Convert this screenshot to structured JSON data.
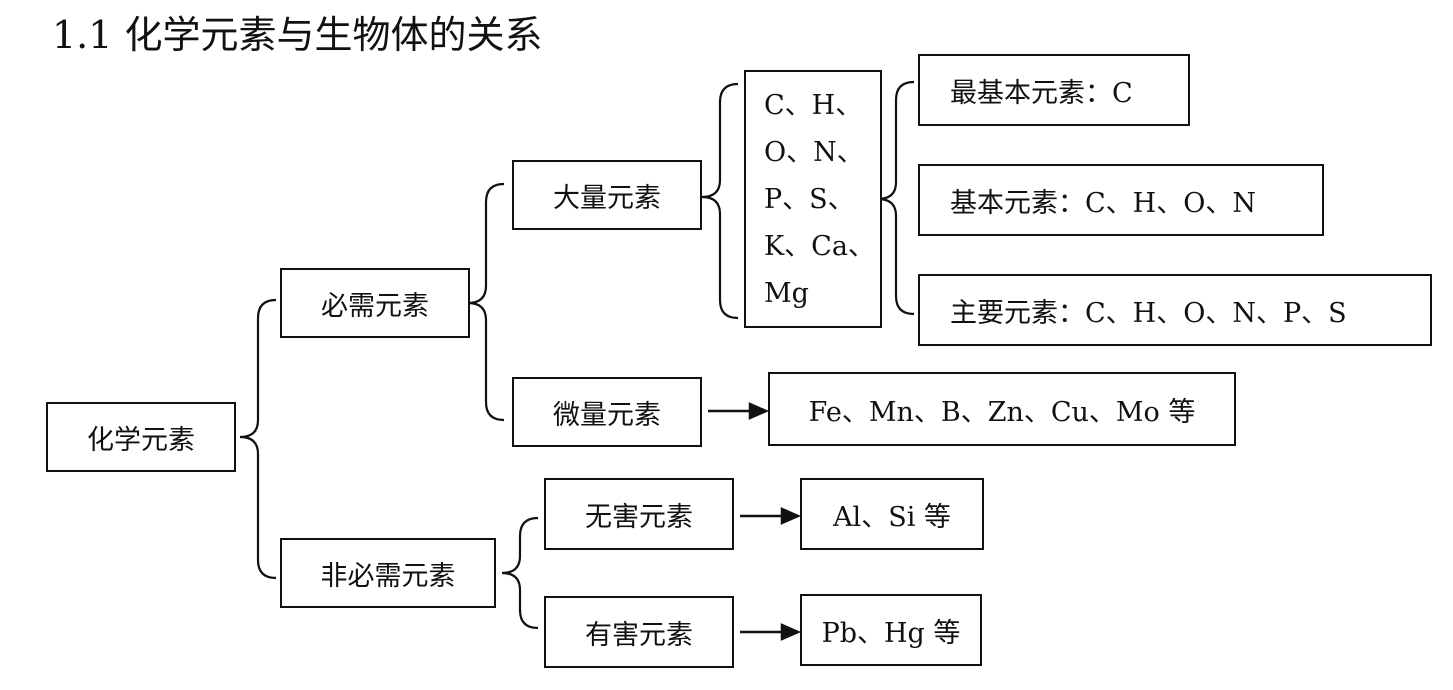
{
  "title": "1.1 化学元素与生物体的关系",
  "nodes": {
    "chemical_elements": "化学元素",
    "essential": "必需元素",
    "non_essential": "非必需元素",
    "major": "大量元素",
    "trace": "微量元素",
    "harmless": "无害元素",
    "harmful": "有害元素",
    "major_list": [
      "C、H、",
      "O、N、",
      "P、S、",
      "K、Ca、",
      "Mg"
    ],
    "most_basic": "最基本元素：C",
    "basic": "基本元素：C、H、O、N",
    "main": "主要元素：C、H、O、N、P、S",
    "trace_list": "Fe、Mn、B、Zn、Cu、Mo 等",
    "harmless_list": "Al、Si 等",
    "harmful_list": "Pb、Hg 等"
  }
}
